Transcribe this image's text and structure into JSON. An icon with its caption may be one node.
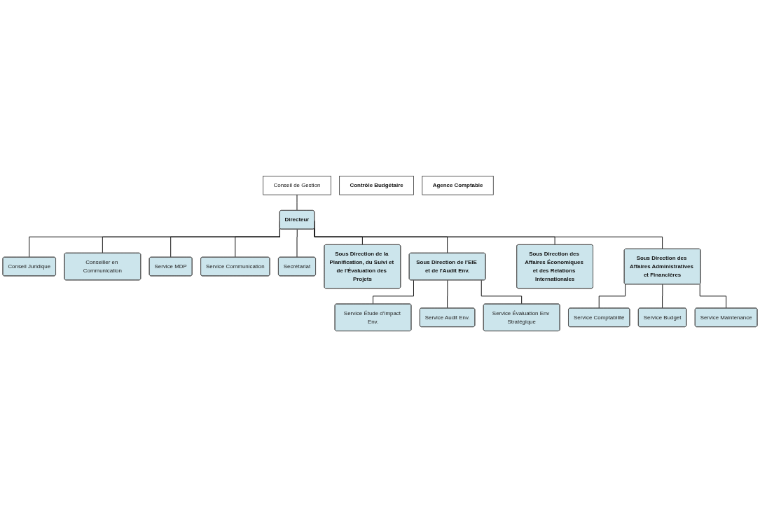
{
  "diagram": {
    "nodes": [
      {
        "text": [
          "Conseil de Gestion"
        ]
      },
      {
        "text": [
          "Directeur"
        ]
      },
      {
        "text": [
          "Conseil Juridique"
        ]
      },
      {
        "text": [
          "Conseiller en Communication"
        ]
      },
      {
        "text": [
          "Service MDP"
        ]
      },
      {
        "text": [
          "Service Communication"
        ]
      },
      {
        "text": [
          "Secrétariat"
        ]
      },
      {
        "text": [
          "Sous Direction de la Planification, du Suivi et de l'Évaluation des Projets"
        ]
      },
      {
        "text": [
          "Sous Direction de l'EIE et de l'Audit Env."
        ]
      },
      {
        "text": [
          "Sous Direction des Affaires Économiques et des Relations Internationales"
        ]
      },
      {
        "text": [
          "Sous Direction des Affaires Administratives et Financières"
        ]
      },
      {
        "text": [
          "Service Étude d'Impact Env."
        ]
      },
      {
        "text": [
          "Service Audit Env."
        ]
      },
      {
        "text": [
          "Service Évaluation Env Stratégique"
        ]
      },
      {
        "text": [
          "Service Comptabilité"
        ]
      },
      {
        "text": [
          "Service Budget"
        ]
      },
      {
        "text": [
          "Service Maintenance"
        ]
      },
      {
        "text": [
          "Contrôle Budgétaire"
        ]
      },
      {
        "text": [
          "Agence Comptable"
        ]
      }
    ],
    "edges": [
      {
        "from": 0,
        "to": 1,
        "arrow": "none"
      },
      {
        "from": 1,
        "to": 2,
        "arrow": "none"
      },
      {
        "from": 1,
        "to": 3,
        "arrow": "none"
      },
      {
        "from": 1,
        "to": 4,
        "arrow": "none"
      },
      {
        "from": 1,
        "to": 5,
        "arrow": "none"
      },
      {
        "from": 1,
        "to": 6,
        "arrow": "none"
      },
      {
        "from": 1,
        "to": 7,
        "arrow": "none"
      },
      {
        "from": 1,
        "to": 8,
        "arrow": "none"
      },
      {
        "from": 1,
        "to": 9,
        "arrow": "none"
      },
      {
        "from": 1,
        "to": 10,
        "arrow": "none"
      },
      {
        "from": 8,
        "to": 11,
        "arrow": "none"
      },
      {
        "from": 8,
        "to": 12,
        "arrow": "none"
      },
      {
        "from": 8,
        "to": 13,
        "arrow": "none"
      },
      {
        "from": 10,
        "to": 14,
        "arrow": "none"
      },
      {
        "from": 10,
        "to": 15,
        "arrow": "none"
      },
      {
        "from": 10,
        "to": 16,
        "arrow": "none"
      }
    ]
  }
}
